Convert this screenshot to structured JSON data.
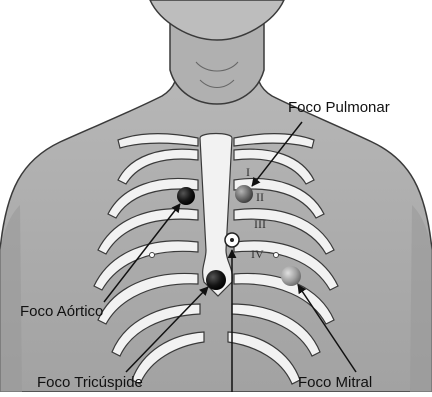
{
  "labels": {
    "pulmonar": "Foco Pulmonar",
    "aortico": "Foco Aórtico",
    "tricuspide": "Foco Tricúspide",
    "mitral": "Foco Mitral"
  },
  "intercostal_spaces": [
    "I",
    "II",
    "III",
    "IV"
  ],
  "colors": {
    "skin": "#a9a9a9",
    "skin_shadow": "#8c8c8c",
    "bone": "#f2f2f2",
    "outline": "#3a3a3a",
    "dot_dark": "#111111",
    "dot_gray": "#6e6e6e",
    "dot_light": "#9a9a9a"
  }
}
